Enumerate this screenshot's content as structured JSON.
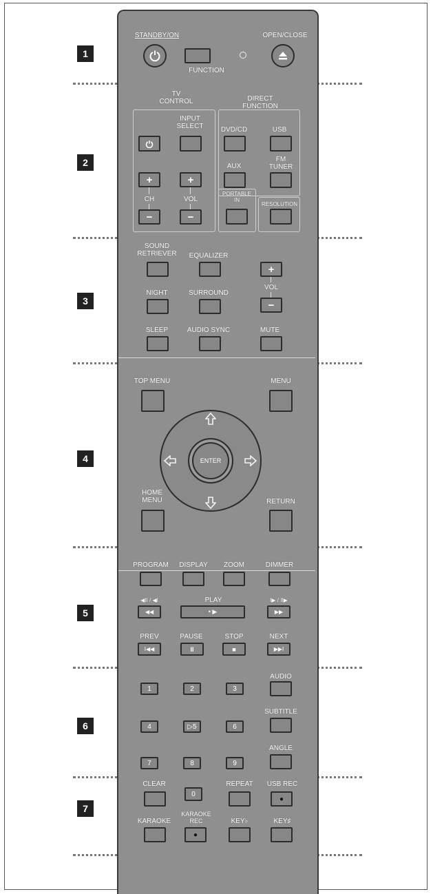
{
  "sections": [
    "1",
    "2",
    "3",
    "4",
    "5",
    "6",
    "7"
  ],
  "s1": {
    "standby": "STANDBY/ON",
    "function": "FUNCTION",
    "open_close": "OPEN/CLOSE"
  },
  "s2": {
    "tv_control": "TV\nCONTROL",
    "direct_function": "DIRECT\nFUNCTION",
    "input_select": "INPUT\nSELECT",
    "dvd_cd": "DVD/CD",
    "usb": "USB",
    "aux": "AUX",
    "fm_tuner": "FM\nTUNER",
    "ch": "CH",
    "vol": "VOL",
    "portable_in": "PORTABLE\nIN",
    "resolution": "RESOLUTION",
    "plus": "+",
    "minus": "−"
  },
  "s3": {
    "sound_retriever": "SOUND\nRETRIEVER",
    "equalizer": "EQUALIZER",
    "vol": "VOL",
    "night": "NIGHT",
    "surround": "SURROUND",
    "sleep": "SLEEP",
    "audio_sync": "AUDIO SYNC",
    "mute": "MUTE",
    "plus": "+",
    "minus": "−"
  },
  "s4": {
    "top_menu": "TOP MENU",
    "menu": "MENU",
    "home_menu": "HOME\nMENU",
    "return": "RETURN",
    "enter": "ENTER"
  },
  "s5": {
    "program": "PROGRAM",
    "display": "DISPLAY",
    "zoom": "ZOOM",
    "dimmer": "DIMMER",
    "slow_back": "◀II / ◀I",
    "play": "PLAY",
    "slow_fwd": "I▶ / II▶",
    "prev": "PREV",
    "pause": "PAUSE",
    "stop": "STOP",
    "next": "NEXT",
    "rew_glyph": "◀◀",
    "play_glyph": "• ▶",
    "ff_glyph": "▶▶",
    "prev_glyph": "I◀◀",
    "pause_glyph": "II",
    "stop_glyph": "■",
    "next_glyph": "▶▶I"
  },
  "s6": {
    "keys": [
      "1",
      "2",
      "3",
      "4",
      "▷5",
      "6",
      "7",
      "8",
      "9"
    ],
    "audio": "AUDIO",
    "subtitle": "SUBTITLE",
    "angle": "ANGLE"
  },
  "s7": {
    "clear": "CLEAR",
    "zero": "0",
    "repeat": "REPEAT",
    "usb_rec": "USB REC",
    "karaoke": "KARAOKE",
    "karaoke_rec": "KARAOKE\nREC",
    "key_flat": "KEY♭",
    "key_sharp": "KEY♯",
    "rec_dot": "●"
  },
  "icons": {
    "power": "power-icon",
    "eject": "eject-icon",
    "tv_power": "tv-power-icon",
    "arrow_up": "arrow-up-icon",
    "arrow_down": "arrow-down-icon",
    "arrow_left": "arrow-left-icon",
    "arrow_right": "arrow-right-icon"
  }
}
